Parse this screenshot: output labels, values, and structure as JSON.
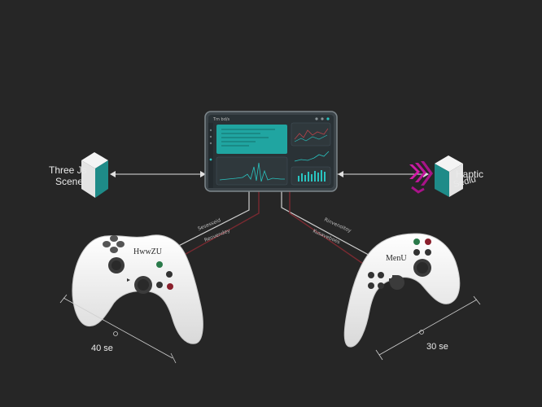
{
  "nodes": {
    "left_cube_label": [
      "Three Js",
      "Scene"
    ],
    "right_cube_label": [
      "Haptic",
      "Sedlu"
    ],
    "panel_title": "Tm bd/s"
  },
  "controllers": {
    "left_label": "HwwZU",
    "right_label": "MenU",
    "left_measure": "40 se",
    "right_measure": "30 se"
  },
  "wires": {
    "left_a": "Sesesseid",
    "left_b": "Reovendey",
    "right_a": "Rinvenoitoy",
    "right_b": "Kusaveboes"
  },
  "colors": {
    "background": "#262626",
    "accent_teal": "#1e9a97",
    "haptic_magenta": "#d21aa8",
    "wire_red": "#7a2a31",
    "controller_body": "#f2f2f2"
  }
}
